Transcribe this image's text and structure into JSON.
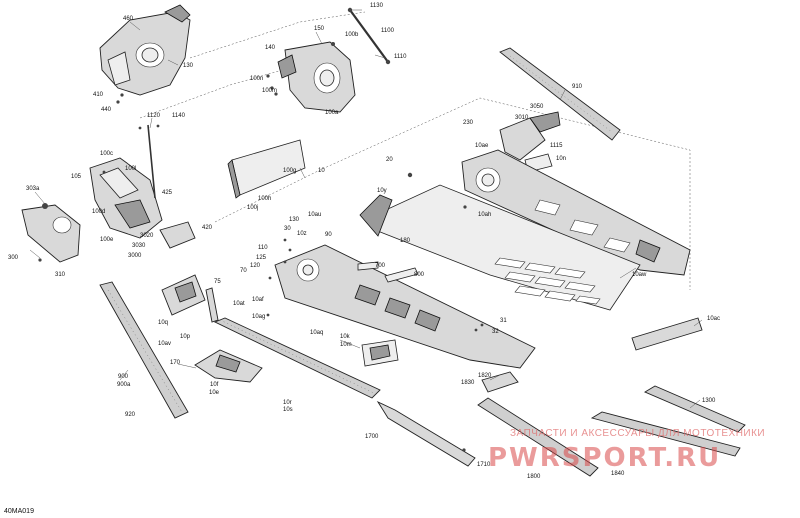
{
  "figure_id": "40MA019",
  "watermark": {
    "line1": "ЗАПЧАСТИ И АКСЕССУАРЫ ДЛЯ МОТОТЕХНИКИ",
    "line2": "PWRSPORT.RU"
  },
  "callouts": [
    "460",
    "130",
    "150",
    "140",
    "1130",
    "100b",
    "1100",
    "1110",
    "100n",
    "100m",
    "100a",
    "410",
    "440",
    "1120",
    "1140",
    "910",
    "3050",
    "3010",
    "230",
    "1115",
    "10ae",
    "10n",
    "100c",
    "100l",
    "105",
    "425",
    "100d",
    "100e",
    "3020",
    "3030",
    "3000",
    "100g",
    "10",
    "100h",
    "100j",
    "20",
    "10y",
    "10ah",
    "180",
    "303a",
    "300",
    "310",
    "420",
    "10au",
    "130",
    "110",
    "30",
    "10z",
    "90",
    "125",
    "120",
    "70",
    "75",
    "10at",
    "10af",
    "10ag",
    "700",
    "800",
    "10aw",
    "10ac",
    "10q",
    "10p",
    "10av",
    "170",
    "10f",
    "10e",
    "10aq",
    "10k",
    "10m",
    "31",
    "32",
    "900",
    "900a",
    "920",
    "10r",
    "10s",
    "1820",
    "1830",
    "1700",
    "1300",
    "1710",
    "1800",
    "1840"
  ]
}
